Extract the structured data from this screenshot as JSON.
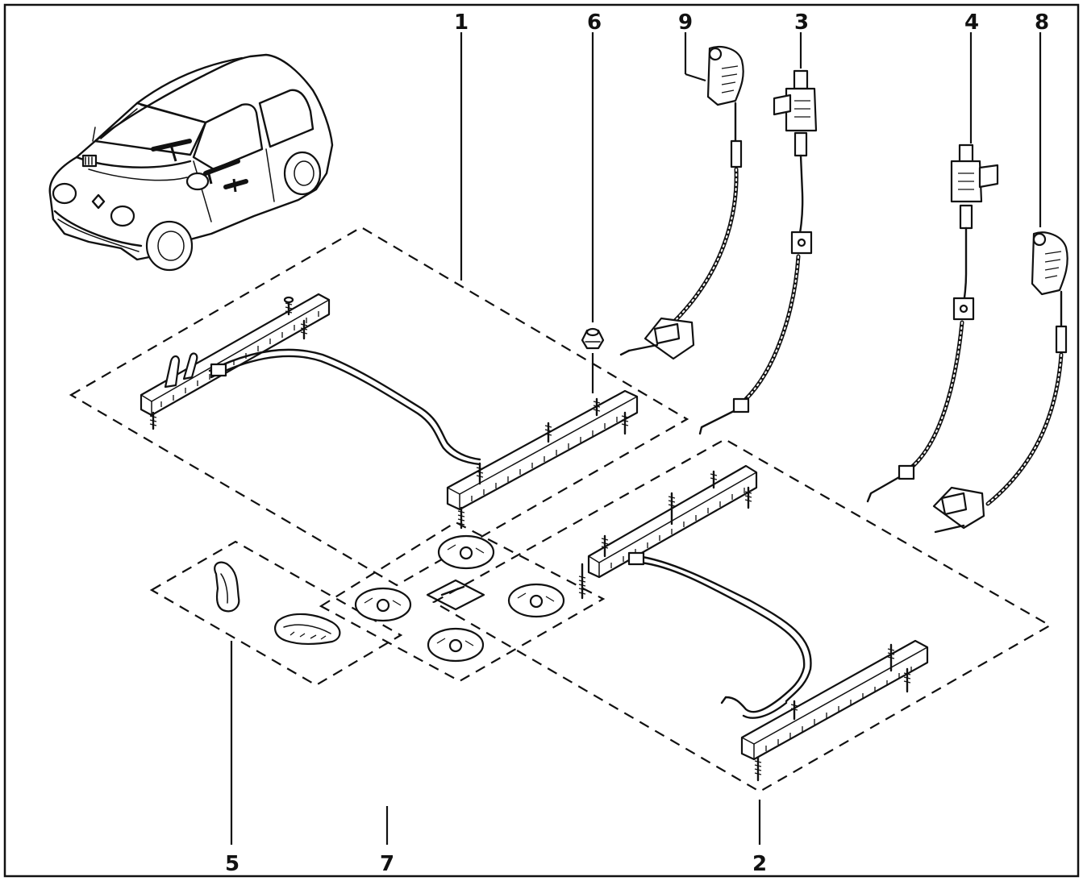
{
  "diagram": {
    "callouts": [
      {
        "id": "1",
        "label": "1"
      },
      {
        "id": "6",
        "label": "6"
      },
      {
        "id": "9",
        "label": "9"
      },
      {
        "id": "3",
        "label": "3"
      },
      {
        "id": "4",
        "label": "4"
      },
      {
        "id": "8",
        "label": "8"
      },
      {
        "id": "5",
        "label": "5"
      },
      {
        "id": "7",
        "label": "7"
      },
      {
        "id": "2",
        "label": "2"
      }
    ]
  }
}
